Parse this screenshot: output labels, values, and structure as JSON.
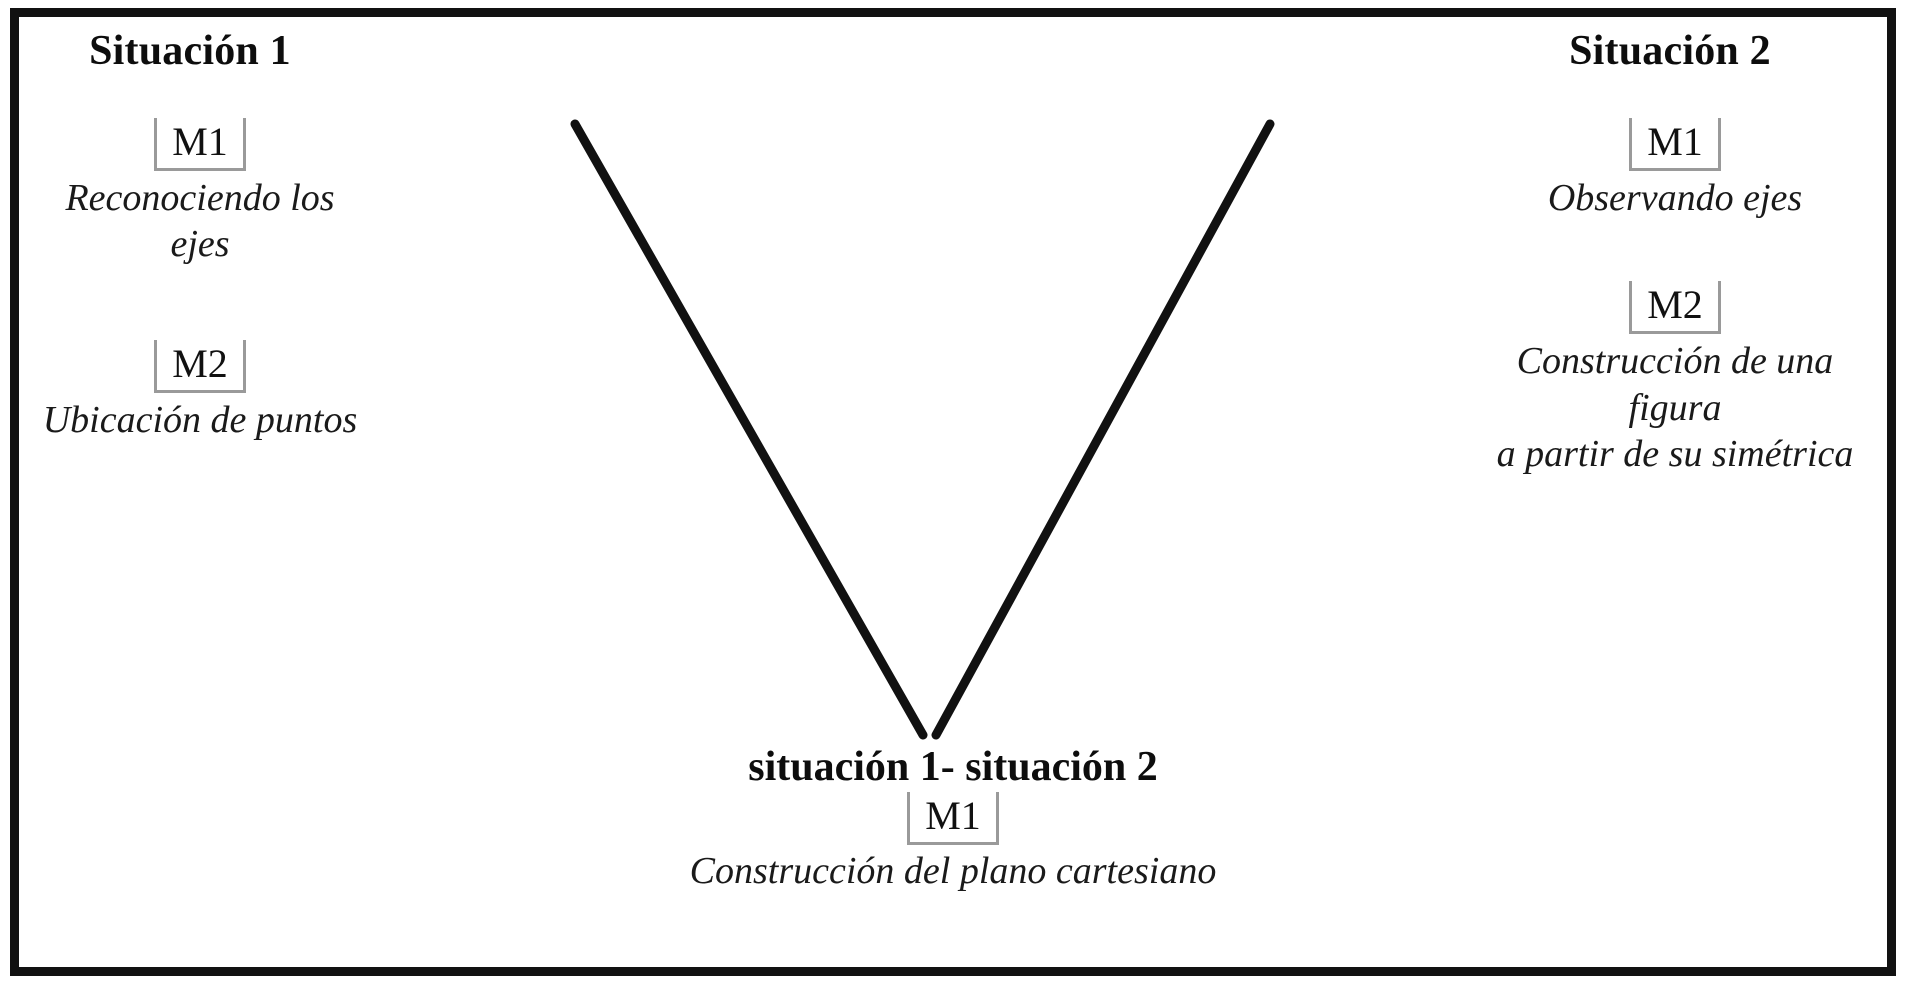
{
  "figure": {
    "type": "convergence-diagram",
    "border_color": "#111111",
    "background_color": "#ffffff",
    "connector_color": "#111111",
    "tag_border_color": "#9a9a9a"
  },
  "branches": {
    "left": {
      "title": "Situación 1",
      "methods": [
        {
          "tag": "M1",
          "description": "Reconociendo los ejes"
        },
        {
          "tag": "M2",
          "description": "Ubicación de puntos"
        }
      ]
    },
    "right": {
      "title": "Situación 2",
      "methods": [
        {
          "tag": "M1",
          "description": "Observando ejes"
        },
        {
          "tag": "M2",
          "description": "Construcción de una figura\na partir de su simétrica"
        }
      ]
    },
    "bottom": {
      "title": "situación 1- situación 2",
      "methods": [
        {
          "tag": "M1",
          "description": "Construcción del plano cartesiano"
        }
      ]
    }
  }
}
